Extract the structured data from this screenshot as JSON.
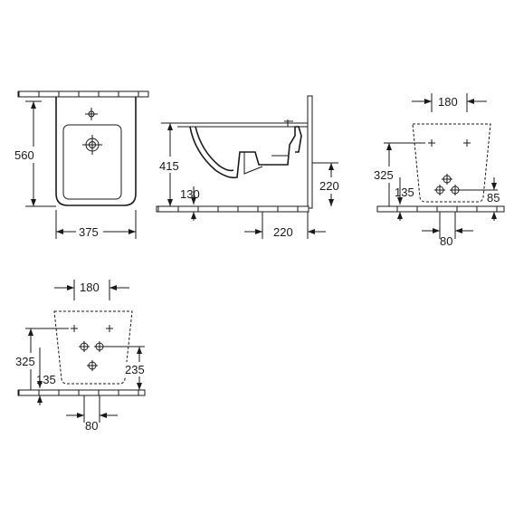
{
  "views": {
    "front": {
      "height_label": "560",
      "width_label": "375"
    },
    "side": {
      "height_label": "415",
      "lower_height_label": "130",
      "right_height_label": "220",
      "depth_label": "220"
    },
    "back_top": {
      "spacing_label": "180",
      "height_label": "325",
      "lower_label": "135",
      "right_label": "85",
      "bottom_spacing_label": "80"
    },
    "back_bottom": {
      "spacing_label": "180",
      "height_label": "325",
      "lower_label": "135",
      "right_label": "235",
      "bottom_spacing_label": "80"
    }
  },
  "colors": {
    "line": "#1a1a1a",
    "background": "#ffffff"
  }
}
